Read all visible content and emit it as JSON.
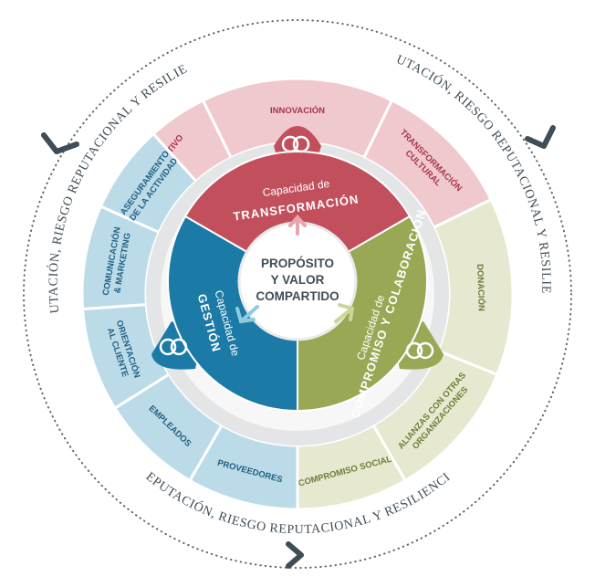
{
  "outer_ring": {
    "text_left": "REPUTACIÓN, RIESGO REPUTACIONAL Y RESILIENCIA",
    "text_right": "REPUTACIÓN, RIESGO REPUTACIONAL Y RESILIENCIA",
    "text_bottom": "REPUTACIÓN, RIESGO REPUTACIONAL Y RESILIENCIA",
    "arrow_color": "#3f4d56"
  },
  "segments": [
    {
      "id": "modelo",
      "lines": [
        "MODELO ORGANIZATIVO",
        "Y OPERATIVO"
      ],
      "group": "transformacion"
    },
    {
      "id": "innovacion",
      "lines": [
        "INNOVACIÓN"
      ],
      "group": "transformacion"
    },
    {
      "id": "transformacion-cultural",
      "lines": [
        "TRANSFORMACIÓN",
        "CULTURAL"
      ],
      "group": "transformacion"
    },
    {
      "id": "donacion",
      "lines": [
        "DONACIÓN"
      ],
      "group": "compromiso"
    },
    {
      "id": "alianzas",
      "lines": [
        "ALIANZAS CON OTRAS",
        "ORGANIZACIONES"
      ],
      "group": "compromiso"
    },
    {
      "id": "compromiso-social",
      "lines": [
        "COMPROMISO SOCIAL"
      ],
      "group": "compromiso"
    },
    {
      "id": "proveedores",
      "lines": [
        "PROVEEDORES"
      ],
      "group": "gestion"
    },
    {
      "id": "empleados",
      "lines": [
        "EMPLEADOS"
      ],
      "group": "gestion"
    },
    {
      "id": "orientacion",
      "lines": [
        "ORIENTACIÓN",
        "AL CLIENTE"
      ],
      "group": "gestion"
    },
    {
      "id": "comunicacion",
      "lines": [
        "COMUNICACIÓN",
        "& MARKETING"
      ],
      "group": "gestion"
    },
    {
      "id": "aseguramiento",
      "lines": [
        "ASEGURAMIENTO",
        "DE LA ACTIVIDAD"
      ],
      "group": "gestion"
    }
  ],
  "capabilities": {
    "transformacion": {
      "small": "Capacidad de",
      "big": "TRANSFORMACIÓN",
      "color": "#c1505c"
    },
    "compromiso": {
      "small": "Capacidad de",
      "big": "COMPROMISO Y COLABORACIÓN",
      "color": "#98a854"
    },
    "gestion": {
      "small": "Capacidad de",
      "big": "GESTIÓN",
      "color": "#1b7aa6"
    }
  },
  "center": {
    "lines": [
      "PROPÓSITO",
      "Y VALOR",
      "COMPARTIDO"
    ]
  },
  "colors": {
    "transformacion_light": "#f0c9ce",
    "transformacion_text": "#a8344a",
    "compromiso_light": "#e6e9cf",
    "compromiso_text": "#6e7c3a",
    "gestion_light": "#bcdbe8",
    "gestion_text": "#1f5f83",
    "inner_ring": "#e4e5e6"
  }
}
